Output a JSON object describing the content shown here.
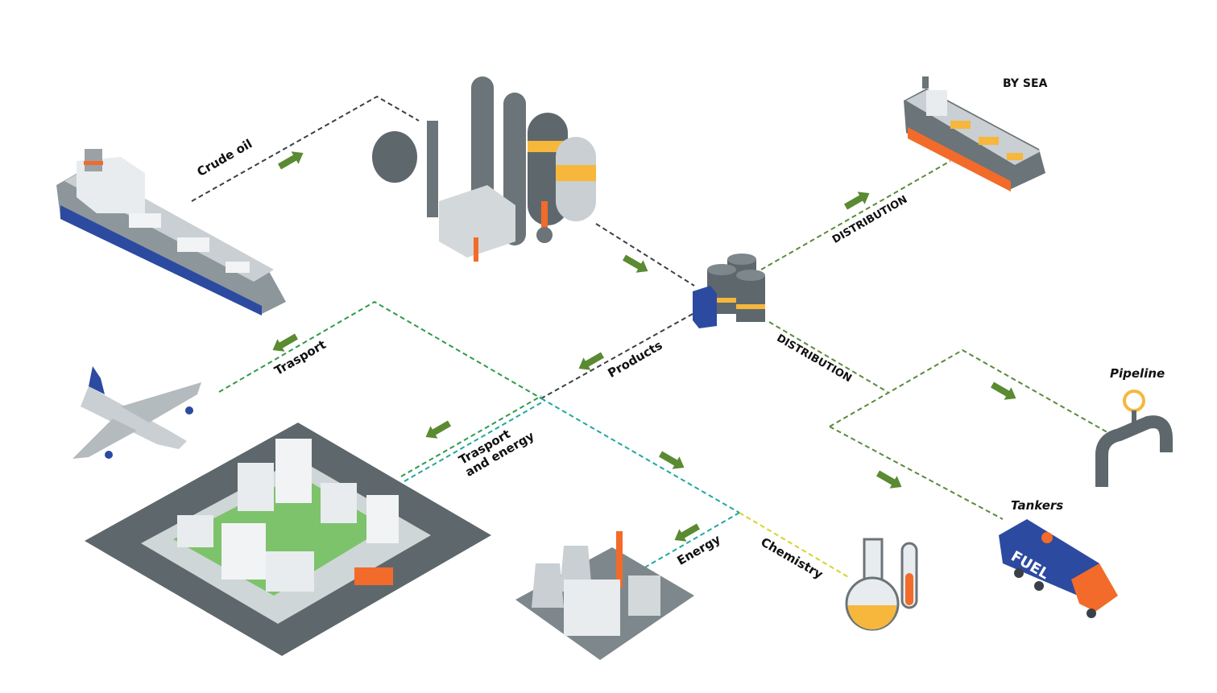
{
  "labels": {
    "crude_oil": "Crude oil",
    "by_sea": "BY SEA",
    "distribution_sea": "DISTRIBUTION",
    "distribution_land": "DISTRIBUTION",
    "pipeline": "Pipeline",
    "trasport": "Trasport",
    "products": "Products",
    "trasport_energy_line1": "Trasport",
    "trasport_energy_line2": "and energy",
    "energy": "Energy",
    "chemistry": "Chemistry",
    "tankers": "Tankers",
    "fuel": "FUEL"
  },
  "colors": {
    "dark_line": "#3a4047",
    "green_line": "#2f9a4a",
    "olive_line": "#5a8a3a",
    "teal_line": "#20a8a0",
    "yellow_line": "#d4d42a",
    "arrow": "#5a8a32",
    "steel": "#6b7478",
    "orange": "#f26b2a",
    "amber": "#f6b73c",
    "navy": "#2c4aa0"
  }
}
